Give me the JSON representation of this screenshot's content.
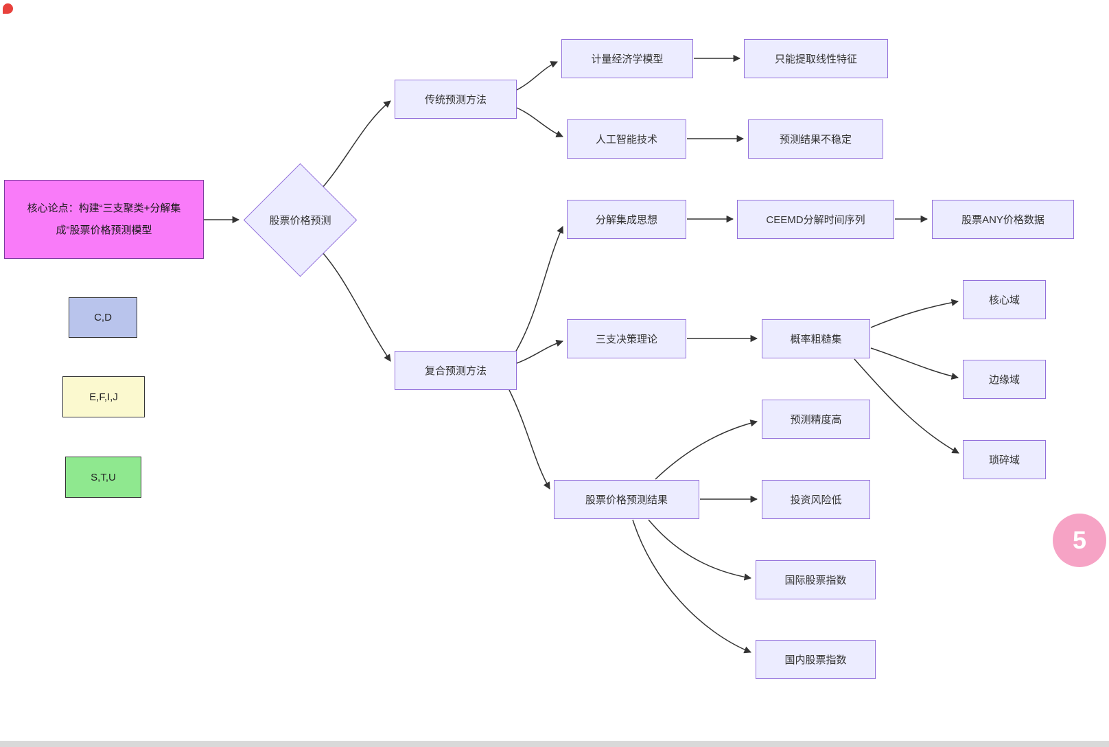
{
  "diagram": {
    "root": {
      "label": "核心论点：构建“三支聚类+分解集成”股票价格预测模型"
    },
    "diamond": {
      "label": "股票价格预测"
    },
    "nodes": {
      "traditional": {
        "label": "传统预测方法"
      },
      "econometric": {
        "label": "计量经济学模型"
      },
      "linear_only": {
        "label": "只能提取线性特征"
      },
      "ai": {
        "label": "人工智能技术"
      },
      "unstable": {
        "label": "预测结果不稳定"
      },
      "composite": {
        "label": "复合预测方法"
      },
      "decomposition": {
        "label": "分解集成思想"
      },
      "ceemd": {
        "label": "CEEMD分解时间序列"
      },
      "any_price": {
        "label": "股票ANY价格数据"
      },
      "three_way": {
        "label": "三支决策理论"
      },
      "rough_set": {
        "label": "概率粗糙集"
      },
      "core_domain": {
        "label": "核心域"
      },
      "edge_domain": {
        "label": "边缘域"
      },
      "trivial_domain": {
        "label": "琐碎域"
      },
      "result": {
        "label": "股票价格预测结果"
      },
      "high_accuracy": {
        "label": "预测精度高"
      },
      "low_risk": {
        "label": "投资风险低"
      },
      "intl_index": {
        "label": "国际股票指数"
      },
      "domestic_index": {
        "label": "国内股票指数"
      }
    },
    "legend": [
      {
        "label": "C,D",
        "fill": "#b9c4ec"
      },
      {
        "label": "E,F,I,J",
        "fill": "#fbf9cf"
      },
      {
        "label": "S,T,U",
        "fill": "#8fe88f"
      }
    ],
    "colors": {
      "node_fill": "#ececff",
      "node_border": "#9370db",
      "root_fill": "#f97bf9",
      "edge": "#333333"
    },
    "watermark": {
      "label": "5",
      "color": "#f6a3c5"
    }
  }
}
